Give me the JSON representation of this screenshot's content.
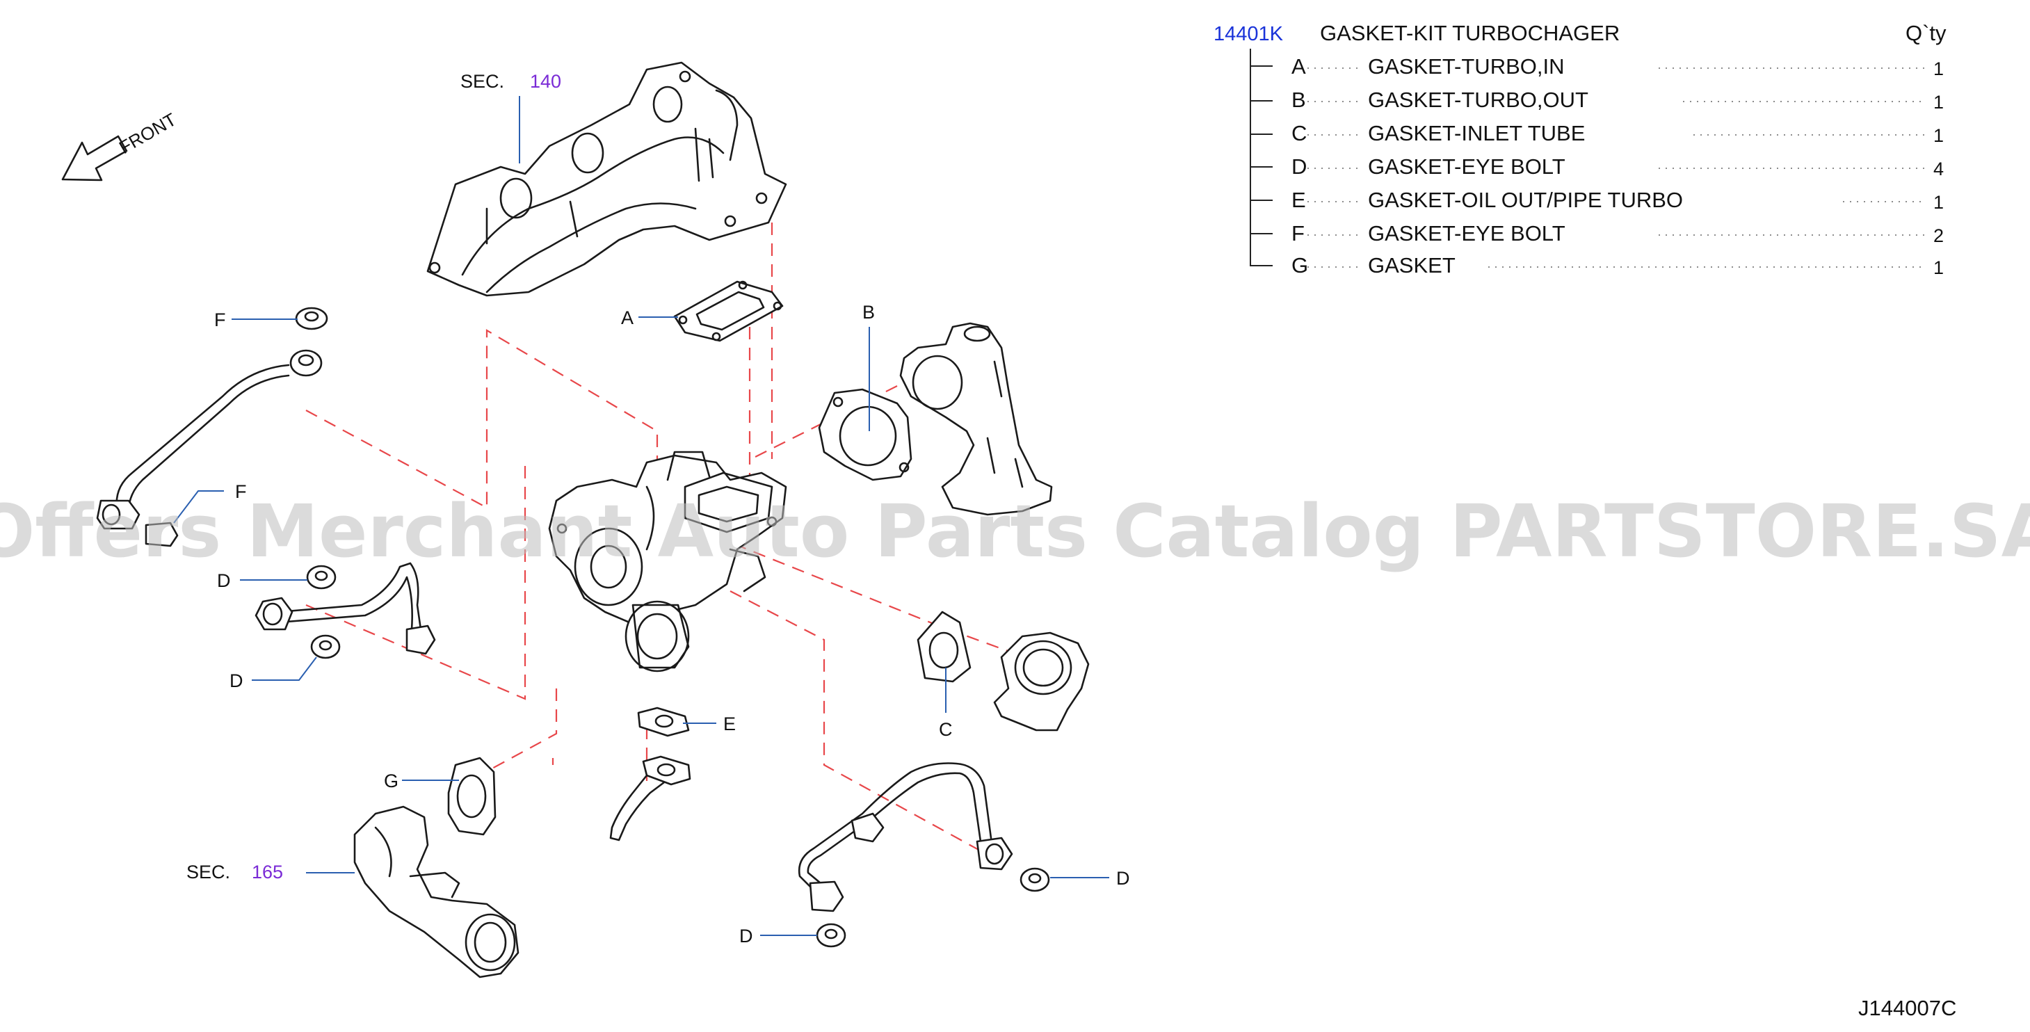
{
  "figure_id": "J144007C",
  "watermark": "Offers Merchant Auto Parts Catalog PARTSTORE.SA",
  "front_label": "FRONT",
  "sections": [
    {
      "prefix": "SEC.",
      "number": "140"
    },
    {
      "prefix": "SEC.",
      "number": "165"
    }
  ],
  "callouts": {
    "A": "A",
    "B": "B",
    "C": "C",
    "D": "D",
    "E": "E",
    "F": "F",
    "G": "G"
  },
  "parts_list": {
    "kit_code": "14401K",
    "kit_name": "GASKET-KIT  TURBOCHAGER",
    "qty_header": "Q`ty",
    "items": [
      {
        "letter": "A",
        "name": "GASKET-TURBO,IN",
        "qty": "1"
      },
      {
        "letter": "B",
        "name": "GASKET-TURBO,OUT",
        "qty": "1"
      },
      {
        "letter": "C",
        "name": "GASKET-INLET  TUBE",
        "qty": "1"
      },
      {
        "letter": "D",
        "name": "GASKET-EYE  BOLT",
        "qty": "4"
      },
      {
        "letter": "E",
        "name": "GASKET-OIL  OUT/PIPE  TURBO",
        "qty": "1"
      },
      {
        "letter": "F",
        "name": "GASKET-EYE  BOLT",
        "qty": "2"
      },
      {
        "letter": "G",
        "name": "GASKET",
        "qty": "1"
      }
    ]
  },
  "colors": {
    "callout_leader": "#2a5fb0",
    "hidden_line": "#e8474a",
    "kit_code": "#1a33d9",
    "section_number": "#7a2bd6"
  }
}
